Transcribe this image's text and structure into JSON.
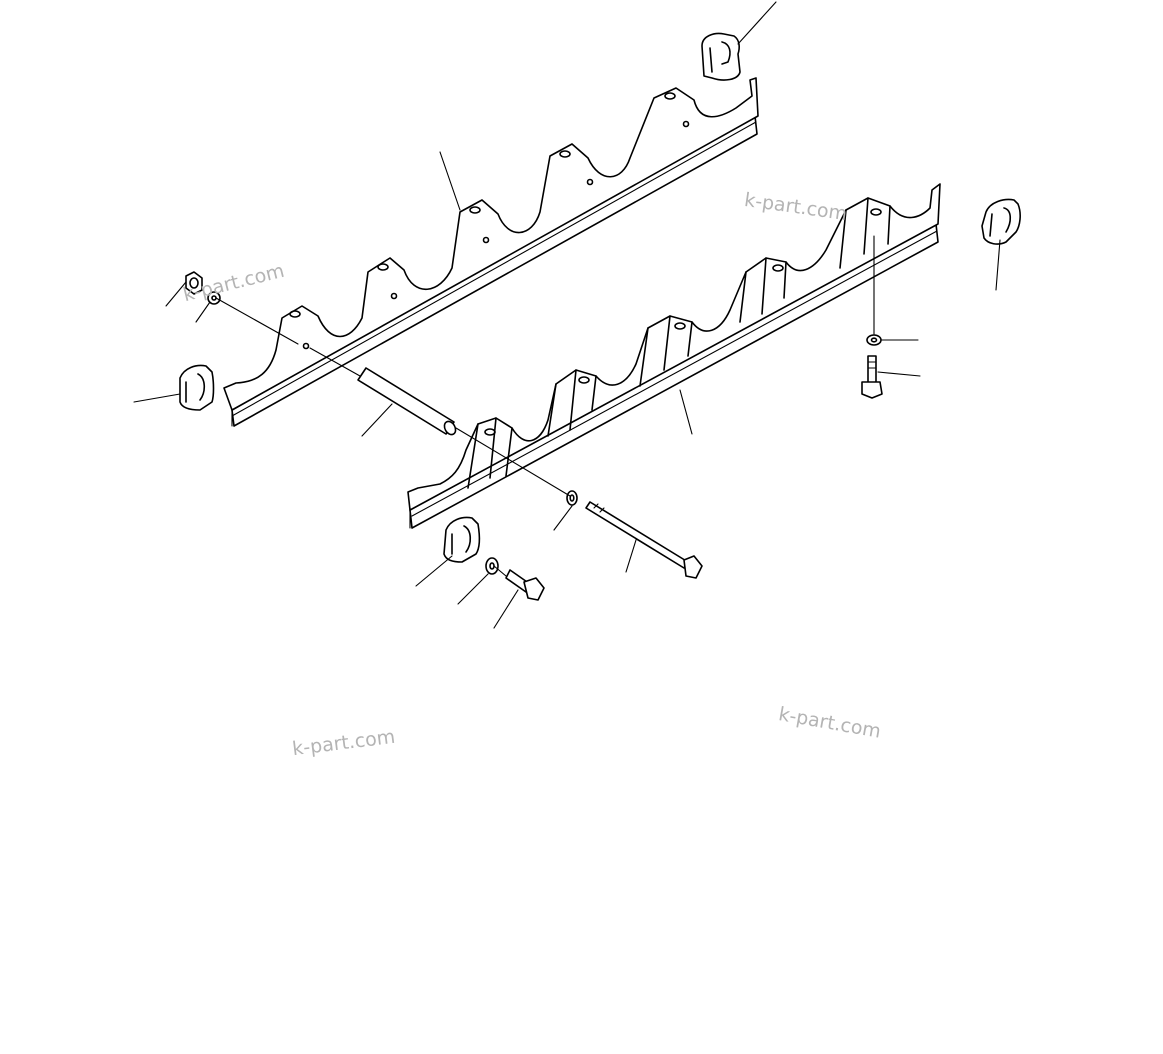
{
  "watermarks": [
    "k-part.com",
    "k-part.com",
    "k-part.com",
    "k-part.com"
  ],
  "parts": [
    {
      "name": "upper-bracket-rail"
    },
    {
      "name": "lower-bracket-rail"
    },
    {
      "name": "spacer-pipe"
    },
    {
      "name": "long-bolt"
    },
    {
      "name": "washer"
    },
    {
      "name": "nut"
    },
    {
      "name": "pipe-clamp"
    },
    {
      "name": "short-bolt"
    }
  ]
}
